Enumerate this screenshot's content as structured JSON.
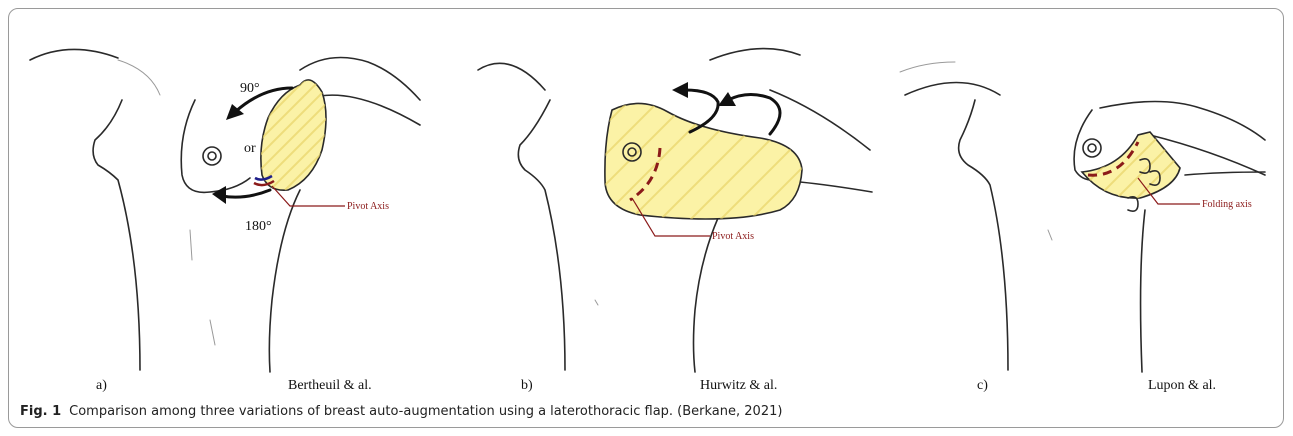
{
  "panels": [
    {
      "letter": "a)",
      "authors": "Bertheuil & al.",
      "annotations": {
        "rotation_90": "90°",
        "or": "or",
        "rotation_180": "180°",
        "axis_label": "Pivot Axis"
      }
    },
    {
      "letter": "b)",
      "authors": "Hurwitz & al.",
      "annotations": {
        "axis_label": "Pivot Axis"
      }
    },
    {
      "letter": "c)",
      "authors": "Lupon & al.",
      "annotations": {
        "axis_label": "Folding axis"
      }
    }
  ],
  "caption": {
    "prefix": "Fig. 1",
    "text": "Comparison among three variations of breast auto-augmentation using a laterothoracic flap. (Berkane, 2021)"
  },
  "colors": {
    "flap_fill": "#fbf2a6",
    "axis_line": "#8b1a1a",
    "outline": "#2a2a2a"
  }
}
